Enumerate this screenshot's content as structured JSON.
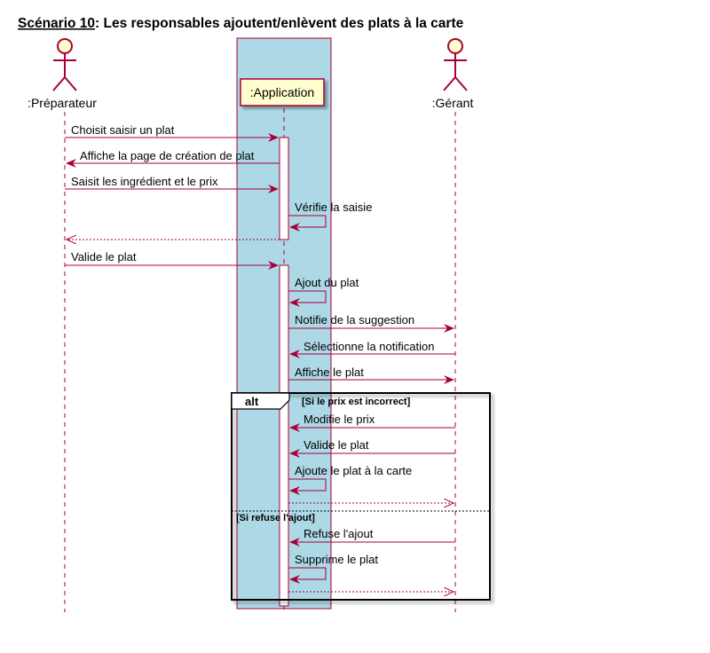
{
  "title": {
    "scenario": "Scénario 10",
    "rest": ": Les responsables ajoutent/enlèvent des plats à la carte"
  },
  "participants": {
    "preparateur": ":Préparateur",
    "application": ":Application",
    "gerant": ":Gérant"
  },
  "messages": [
    "Choisit saisir un plat",
    "Affiche la page de création de plat",
    "Saisit les ingrédient et le prix",
    "Vérifie la saisie",
    "Valide le plat",
    "Ajout du plat",
    "Notifie de la suggestion",
    "Sélectionne la notification",
    "Affiche le plat",
    "Modifie le prix",
    "Valide le plat",
    "Ajoute le plat à la carte",
    "Refuse l'ajout",
    "Supprime le plat"
  ],
  "alt": {
    "keyword": "alt",
    "guard1": "[Si le prix est incorrect]",
    "guard2": "[Si refuse l'ajout]"
  },
  "colors": {
    "line": "#A80036",
    "box_bg": "#FEFECE",
    "highlight": "#ADD8E6",
    "white": "#FFFFFF"
  }
}
